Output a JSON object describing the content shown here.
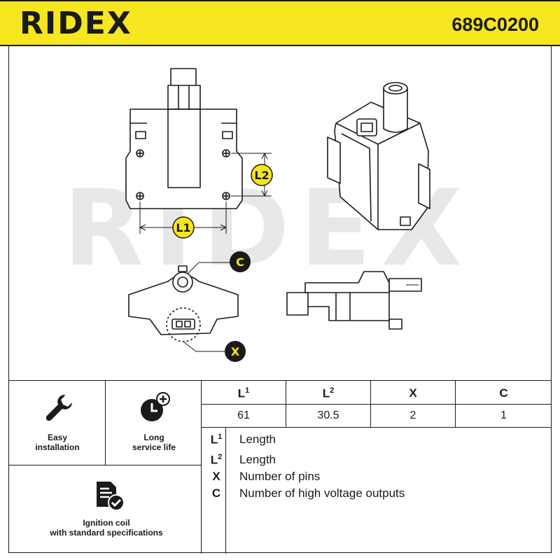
{
  "header": {
    "brand": "RIDEX",
    "part_number": "689C0200"
  },
  "watermark": "RIDEX",
  "diagram_labels": {
    "l1": "L1",
    "l2": "L2",
    "c": "C",
    "x": "X"
  },
  "features": [
    {
      "icon": "wrench-icon",
      "line1": "Easy",
      "line2": "installation"
    },
    {
      "icon": "clock-plus-icon",
      "line1": "Long",
      "line2": "service life"
    },
    {
      "icon": "document-check-icon",
      "line1": "Ignition coil",
      "line2": "with standard specifications"
    }
  ],
  "spec_table": {
    "headers": [
      "L",
      "L",
      "X",
      "C"
    ],
    "header_sups": [
      "1",
      "2",
      "",
      ""
    ],
    "values": [
      "61",
      "30.5",
      "2",
      "1"
    ]
  },
  "legend": [
    {
      "sym": "L",
      "sup": "1",
      "text": "Length"
    },
    {
      "sym": "L",
      "sup": "2",
      "text": "Length"
    },
    {
      "sym": "X",
      "sup": "",
      "text": "Number of pins"
    },
    {
      "sym": "C",
      "sup": "",
      "text": "Number of high voltage outputs"
    }
  ],
  "colors": {
    "accent": "#f5e620",
    "ink": "#1a1a1a",
    "watermark": "#e8e8e8"
  }
}
